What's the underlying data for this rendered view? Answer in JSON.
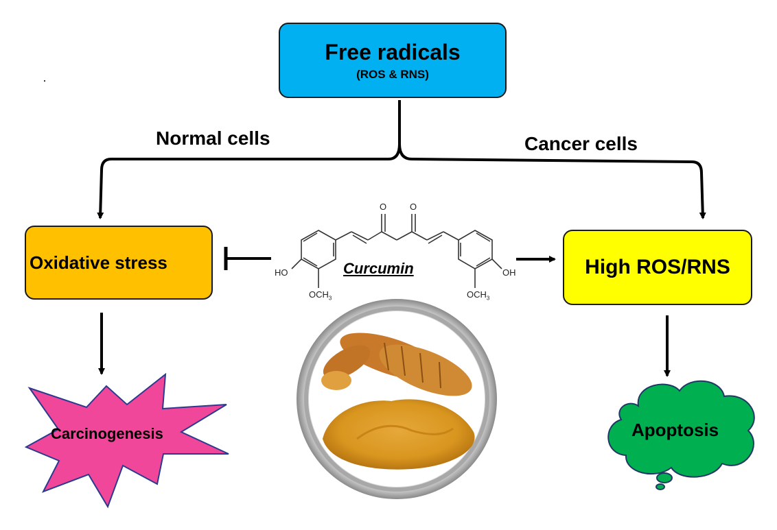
{
  "top": {
    "title": "Free radicals",
    "subtitle": "(ROS & RNS)"
  },
  "branches": {
    "left_label": "Normal cells",
    "right_label": "Cancer cells"
  },
  "left": {
    "box_label": "Oxidative stress",
    "outcome_label": "Carcinogenesis"
  },
  "right": {
    "box_label": "High ROS/RNS",
    "outcome_label": "Apoptosis"
  },
  "center": {
    "compound_label": "Curcumin",
    "chem_labels": {
      "ho": "HO",
      "oh": "OH",
      "och3_left": "OCH",
      "och3_right": "OCH",
      "subscript": "3",
      "oxygen_1": "O",
      "oxygen_2": "O"
    }
  },
  "colors": {
    "top_box": "#00b0f0",
    "oxidative_box": "#ffc000",
    "high_ros_box": "#ffff00",
    "carcinogenesis_star": "#f0479a",
    "apoptosis_cloud": "#00b050",
    "turmeric_powder": "#d9961f"
  },
  "icons": {
    "turmeric_image": "turmeric-photo-icon"
  }
}
